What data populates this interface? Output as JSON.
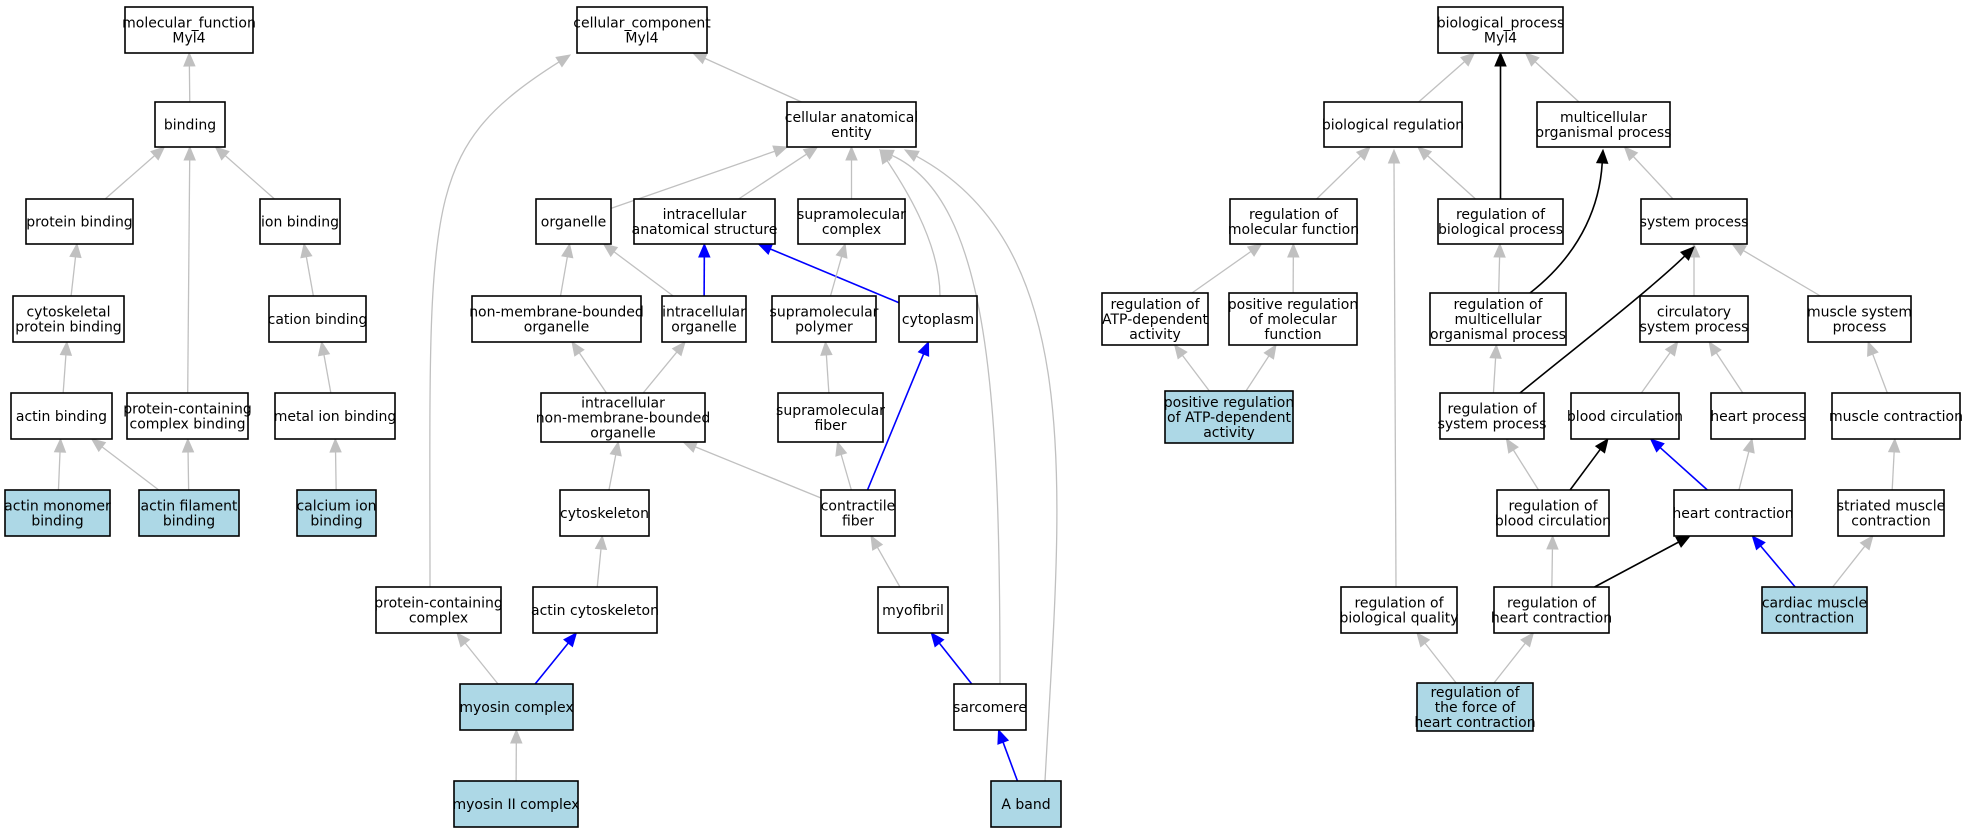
{
  "colors": {
    "background": "#ffffff",
    "node_fill": "#ffffff",
    "annotated_fill": "#add8e6",
    "node_border": "#000000",
    "edge_default": "#c0c0c0",
    "edge_blue": "#0000ff",
    "edge_black": "#000000"
  },
  "nodes": [
    {
      "id": "molecular_function",
      "lines": [
        "molecular_function",
        "Myl4"
      ],
      "annotated": false
    },
    {
      "id": "binding",
      "lines": [
        "binding"
      ],
      "annotated": false
    },
    {
      "id": "protein_binding",
      "lines": [
        "protein binding"
      ],
      "annotated": false
    },
    {
      "id": "ion_binding",
      "lines": [
        "ion binding"
      ],
      "annotated": false
    },
    {
      "id": "cytoskeletal_protein_binding",
      "lines": [
        "cytoskeletal",
        "protein binding"
      ],
      "annotated": false
    },
    {
      "id": "cation_binding",
      "lines": [
        "cation binding"
      ],
      "annotated": false
    },
    {
      "id": "actin_binding",
      "lines": [
        "actin binding"
      ],
      "annotated": false
    },
    {
      "id": "protein_containing_complex_binding",
      "lines": [
        "protein-containing",
        "complex binding"
      ],
      "annotated": false
    },
    {
      "id": "metal_ion_binding",
      "lines": [
        "metal ion binding"
      ],
      "annotated": false
    },
    {
      "id": "actin_monomer_binding",
      "lines": [
        "actin monomer",
        "binding"
      ],
      "annotated": true
    },
    {
      "id": "actin_filament_binding",
      "lines": [
        "actin filament",
        "binding"
      ],
      "annotated": true
    },
    {
      "id": "calcium_ion_binding",
      "lines": [
        "calcium ion",
        "binding"
      ],
      "annotated": true
    },
    {
      "id": "cellular_component",
      "lines": [
        "cellular_component",
        "Myl4"
      ],
      "annotated": false
    },
    {
      "id": "cellular_anatomical_entity",
      "lines": [
        "cellular anatomical",
        "entity"
      ],
      "annotated": false
    },
    {
      "id": "organelle",
      "lines": [
        "organelle"
      ],
      "annotated": false
    },
    {
      "id": "intracellular_anatomical_structure",
      "lines": [
        "intracellular",
        "anatomical structure"
      ],
      "annotated": false
    },
    {
      "id": "supramolecular_complex",
      "lines": [
        "supramolecular",
        "complex"
      ],
      "annotated": false
    },
    {
      "id": "non_membrane_bounded_organelle",
      "lines": [
        "non-membrane-bounded",
        "organelle"
      ],
      "annotated": false
    },
    {
      "id": "intracellular_organelle",
      "lines": [
        "intracellular",
        "organelle"
      ],
      "annotated": false
    },
    {
      "id": "supramolecular_polymer",
      "lines": [
        "supramolecular",
        "polymer"
      ],
      "annotated": false
    },
    {
      "id": "cytoplasm",
      "lines": [
        "cytoplasm"
      ],
      "annotated": false
    },
    {
      "id": "intracellular_nmbo",
      "lines": [
        "intracellular",
        "non-membrane-bounded",
        "organelle"
      ],
      "annotated": false
    },
    {
      "id": "supramolecular_fiber",
      "lines": [
        "supramolecular",
        "fiber"
      ],
      "annotated": false
    },
    {
      "id": "cytoskeleton",
      "lines": [
        "cytoskeleton"
      ],
      "annotated": false
    },
    {
      "id": "contractile_fiber",
      "lines": [
        "contractile",
        "fiber"
      ],
      "annotated": false
    },
    {
      "id": "protein_containing_complex",
      "lines": [
        "protein-containing",
        "complex"
      ],
      "annotated": false
    },
    {
      "id": "actin_cytoskeleton",
      "lines": [
        "actin cytoskeleton"
      ],
      "annotated": false
    },
    {
      "id": "myofibril",
      "lines": [
        "myofibril"
      ],
      "annotated": false
    },
    {
      "id": "myosin_complex",
      "lines": [
        "myosin complex"
      ],
      "annotated": true
    },
    {
      "id": "sarcomere",
      "lines": [
        "sarcomere"
      ],
      "annotated": false
    },
    {
      "id": "myosin_ii_complex",
      "lines": [
        "myosin II complex"
      ],
      "annotated": true
    },
    {
      "id": "a_band",
      "lines": [
        "A band"
      ],
      "annotated": true
    },
    {
      "id": "biological_process",
      "lines": [
        "biological_process",
        "Myl4"
      ],
      "annotated": false
    },
    {
      "id": "biological_regulation",
      "lines": [
        "biological regulation"
      ],
      "annotated": false
    },
    {
      "id": "multicellular_organismal_process",
      "lines": [
        "multicellular",
        "organismal process"
      ],
      "annotated": false
    },
    {
      "id": "regulation_of_molecular_function",
      "lines": [
        "regulation of",
        "molecular function"
      ],
      "annotated": false
    },
    {
      "id": "regulation_of_biological_process",
      "lines": [
        "regulation of",
        "biological process"
      ],
      "annotated": false
    },
    {
      "id": "system_process",
      "lines": [
        "system process"
      ],
      "annotated": false
    },
    {
      "id": "regulation_of_atp_dependent_activity",
      "lines": [
        "regulation of",
        "ATP-dependent",
        "activity"
      ],
      "annotated": false
    },
    {
      "id": "positive_regulation_of_molecular_function",
      "lines": [
        "positive regulation",
        "of molecular",
        "function"
      ],
      "annotated": false
    },
    {
      "id": "regulation_of_multicellular_organismal_process",
      "lines": [
        "regulation of",
        "multicellular",
        "organismal process"
      ],
      "annotated": false
    },
    {
      "id": "circulatory_system_process",
      "lines": [
        "circulatory",
        "system process"
      ],
      "annotated": false
    },
    {
      "id": "muscle_system_process",
      "lines": [
        "muscle system",
        "process"
      ],
      "annotated": false
    },
    {
      "id": "positive_regulation_of_atp_dependent_activity",
      "lines": [
        "positive regulation",
        "of ATP-dependent",
        "activity"
      ],
      "annotated": true
    },
    {
      "id": "regulation_of_system_process",
      "lines": [
        "regulation of",
        "system process"
      ],
      "annotated": false
    },
    {
      "id": "blood_circulation",
      "lines": [
        "blood circulation"
      ],
      "annotated": false
    },
    {
      "id": "heart_process",
      "lines": [
        "heart process"
      ],
      "annotated": false
    },
    {
      "id": "muscle_contraction",
      "lines": [
        "muscle contraction"
      ],
      "annotated": false
    },
    {
      "id": "regulation_of_blood_circulation",
      "lines": [
        "regulation of",
        "blood circulation"
      ],
      "annotated": false
    },
    {
      "id": "heart_contraction",
      "lines": [
        "heart contraction"
      ],
      "annotated": false
    },
    {
      "id": "striated_muscle_contraction",
      "lines": [
        "striated muscle",
        "contraction"
      ],
      "annotated": false
    },
    {
      "id": "regulation_of_biological_quality",
      "lines": [
        "regulation of",
        "biological quality"
      ],
      "annotated": false
    },
    {
      "id": "regulation_of_heart_contraction",
      "lines": [
        "regulation of",
        "heart contraction"
      ],
      "annotated": false
    },
    {
      "id": "cardiac_muscle_contraction",
      "lines": [
        "cardiac muscle",
        "contraction"
      ],
      "annotated": true
    },
    {
      "id": "regulation_of_the_force_of_heart_contraction",
      "lines": [
        "regulation of",
        "the force of",
        "heart contraction"
      ],
      "annotated": true
    }
  ],
  "edges": [
    {
      "from": "binding",
      "to": "molecular_function",
      "style": "gray"
    },
    {
      "from": "protein_binding",
      "to": "binding",
      "style": "gray"
    },
    {
      "from": "ion_binding",
      "to": "binding",
      "style": "gray"
    },
    {
      "from": "protein_containing_complex_binding",
      "to": "binding",
      "style": "gray"
    },
    {
      "from": "cytoskeletal_protein_binding",
      "to": "protein_binding",
      "style": "gray"
    },
    {
      "from": "cation_binding",
      "to": "ion_binding",
      "style": "gray"
    },
    {
      "from": "actin_binding",
      "to": "cytoskeletal_protein_binding",
      "style": "gray"
    },
    {
      "from": "metal_ion_binding",
      "to": "cation_binding",
      "style": "gray"
    },
    {
      "from": "actin_monomer_binding",
      "to": "actin_binding",
      "style": "gray"
    },
    {
      "from": "actin_filament_binding",
      "to": "actin_binding",
      "style": "gray"
    },
    {
      "from": "actin_filament_binding",
      "to": "protein_containing_complex_binding",
      "style": "gray"
    },
    {
      "from": "calcium_ion_binding",
      "to": "metal_ion_binding",
      "style": "gray"
    },
    {
      "from": "cellular_anatomical_entity",
      "to": "cellular_component",
      "style": "gray"
    },
    {
      "from": "protein_containing_complex",
      "to": "cellular_component",
      "style": "gray"
    },
    {
      "from": "organelle",
      "to": "cellular_anatomical_entity",
      "style": "gray"
    },
    {
      "from": "intracellular_anatomical_structure",
      "to": "cellular_anatomical_entity",
      "style": "gray"
    },
    {
      "from": "supramolecular_complex",
      "to": "cellular_anatomical_entity",
      "style": "gray"
    },
    {
      "from": "cytoplasm",
      "to": "cellular_anatomical_entity",
      "style": "gray"
    },
    {
      "from": "sarcomere",
      "to": "cellular_anatomical_entity",
      "style": "gray"
    },
    {
      "from": "a_band",
      "to": "cellular_anatomical_entity",
      "style": "gray"
    },
    {
      "from": "non_membrane_bounded_organelle",
      "to": "organelle",
      "style": "gray"
    },
    {
      "from": "intracellular_organelle",
      "to": "organelle",
      "style": "gray"
    },
    {
      "from": "intracellular_organelle",
      "to": "intracellular_anatomical_structure",
      "style": "blue"
    },
    {
      "from": "cytoplasm",
      "to": "intracellular_anatomical_structure",
      "style": "blue"
    },
    {
      "from": "supramolecular_polymer",
      "to": "supramolecular_complex",
      "style": "gray"
    },
    {
      "from": "intracellular_nmbo",
      "to": "non_membrane_bounded_organelle",
      "style": "gray"
    },
    {
      "from": "intracellular_nmbo",
      "to": "intracellular_organelle",
      "style": "gray"
    },
    {
      "from": "supramolecular_fiber",
      "to": "supramolecular_polymer",
      "style": "gray"
    },
    {
      "from": "cytoskeleton",
      "to": "intracellular_nmbo",
      "style": "gray"
    },
    {
      "from": "contractile_fiber",
      "to": "intracellular_nmbo",
      "style": "gray"
    },
    {
      "from": "contractile_fiber",
      "to": "supramolecular_fiber",
      "style": "gray"
    },
    {
      "from": "contractile_fiber",
      "to": "cytoplasm",
      "style": "blue"
    },
    {
      "from": "actin_cytoskeleton",
      "to": "cytoskeleton",
      "style": "gray"
    },
    {
      "from": "myofibril",
      "to": "contractile_fiber",
      "style": "gray"
    },
    {
      "from": "myosin_complex",
      "to": "protein_containing_complex",
      "style": "gray"
    },
    {
      "from": "myosin_complex",
      "to": "actin_cytoskeleton",
      "style": "blue"
    },
    {
      "from": "sarcomere",
      "to": "myofibril",
      "style": "blue"
    },
    {
      "from": "myosin_ii_complex",
      "to": "myosin_complex",
      "style": "gray"
    },
    {
      "from": "a_band",
      "to": "sarcomere",
      "style": "blue"
    },
    {
      "from": "biological_regulation",
      "to": "biological_process",
      "style": "gray"
    },
    {
      "from": "multicellular_organismal_process",
      "to": "biological_process",
      "style": "gray"
    },
    {
      "from": "regulation_of_biological_process",
      "to": "biological_process",
      "style": "black"
    },
    {
      "from": "regulation_of_molecular_function",
      "to": "biological_regulation",
      "style": "gray"
    },
    {
      "from": "regulation_of_biological_process",
      "to": "biological_regulation",
      "style": "gray"
    },
    {
      "from": "regulation_of_biological_quality",
      "to": "biological_regulation",
      "style": "gray"
    },
    {
      "from": "system_process",
      "to": "multicellular_organismal_process",
      "style": "gray"
    },
    {
      "from": "regulation_of_multicellular_organismal_process",
      "to": "multicellular_organismal_process",
      "style": "black"
    },
    {
      "from": "regulation_of_atp_dependent_activity",
      "to": "regulation_of_molecular_function",
      "style": "gray"
    },
    {
      "from": "positive_regulation_of_molecular_function",
      "to": "regulation_of_molecular_function",
      "style": "gray"
    },
    {
      "from": "regulation_of_multicellular_organismal_process",
      "to": "regulation_of_biological_process",
      "style": "gray"
    },
    {
      "from": "circulatory_system_process",
      "to": "system_process",
      "style": "gray"
    },
    {
      "from": "muscle_system_process",
      "to": "system_process",
      "style": "gray"
    },
    {
      "from": "regulation_of_system_process",
      "to": "system_process",
      "style": "black"
    },
    {
      "from": "positive_regulation_of_atp_dependent_activity",
      "to": "regulation_of_atp_dependent_activity",
      "style": "gray"
    },
    {
      "from": "positive_regulation_of_atp_dependent_activity",
      "to": "positive_regulation_of_molecular_function",
      "style": "gray"
    },
    {
      "from": "regulation_of_system_process",
      "to": "regulation_of_multicellular_organismal_process",
      "style": "gray"
    },
    {
      "from": "blood_circulation",
      "to": "circulatory_system_process",
      "style": "gray"
    },
    {
      "from": "heart_process",
      "to": "circulatory_system_process",
      "style": "gray"
    },
    {
      "from": "muscle_contraction",
      "to": "muscle_system_process",
      "style": "gray"
    },
    {
      "from": "regulation_of_blood_circulation",
      "to": "regulation_of_system_process",
      "style": "gray"
    },
    {
      "from": "regulation_of_blood_circulation",
      "to": "blood_circulation",
      "style": "black"
    },
    {
      "from": "heart_contraction",
      "to": "blood_circulation",
      "style": "blue"
    },
    {
      "from": "heart_contraction",
      "to": "heart_process",
      "style": "gray"
    },
    {
      "from": "striated_muscle_contraction",
      "to": "muscle_contraction",
      "style": "gray"
    },
    {
      "from": "regulation_of_heart_contraction",
      "to": "regulation_of_blood_circulation",
      "style": "gray"
    },
    {
      "from": "regulation_of_heart_contraction",
      "to": "heart_contraction",
      "style": "black"
    },
    {
      "from": "cardiac_muscle_contraction",
      "to": "heart_contraction",
      "style": "blue"
    },
    {
      "from": "cardiac_muscle_contraction",
      "to": "striated_muscle_contraction",
      "style": "gray"
    },
    {
      "from": "regulation_of_the_force_of_heart_contraction",
      "to": "regulation_of_biological_quality",
      "style": "gray"
    },
    {
      "from": "regulation_of_the_force_of_heart_contraction",
      "to": "regulation_of_heart_contraction",
      "style": "gray"
    }
  ]
}
